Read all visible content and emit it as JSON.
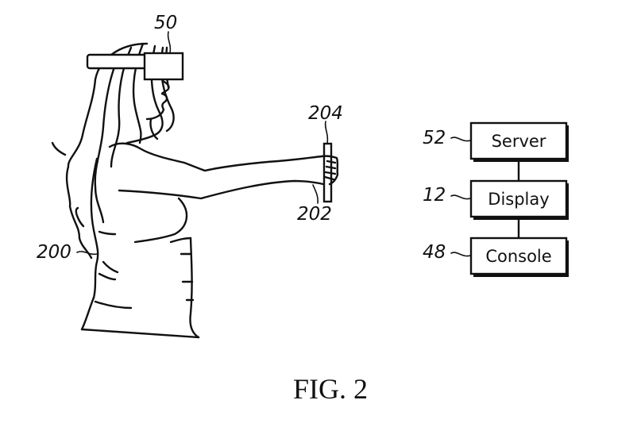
{
  "figure": {
    "caption": "FIG. 2",
    "reference_numerals": {
      "headset": "50",
      "controller": "204",
      "hand": "202",
      "user": "200"
    },
    "blocks": [
      {
        "numeral": "52",
        "label": "Server"
      },
      {
        "numeral": "12",
        "label": "Display"
      },
      {
        "numeral": "48",
        "label": "Console"
      }
    ]
  }
}
